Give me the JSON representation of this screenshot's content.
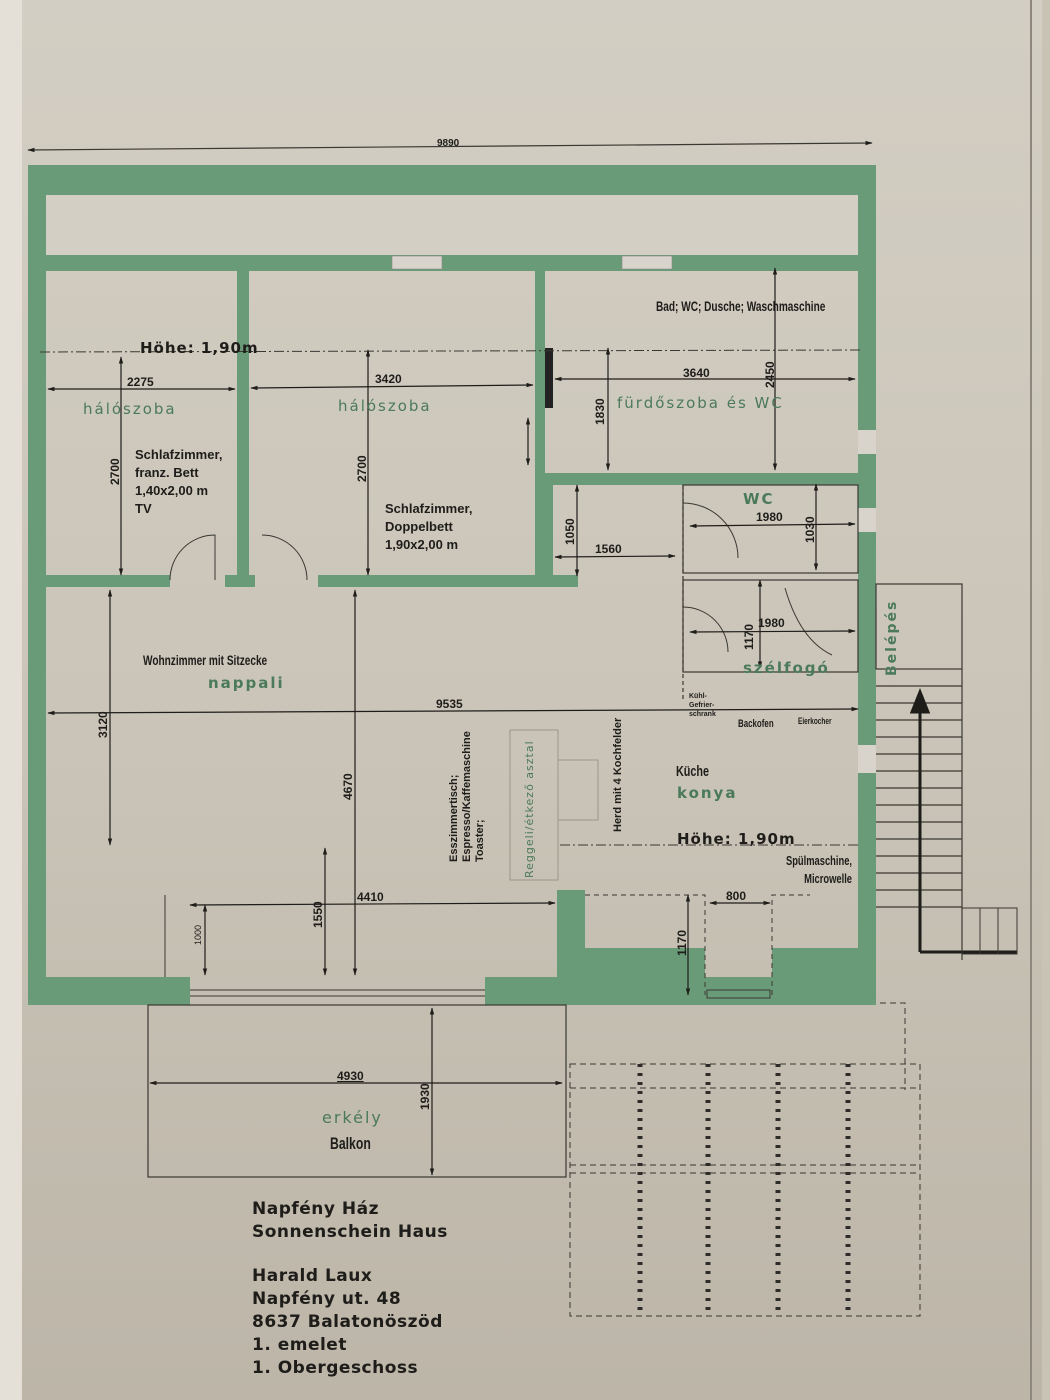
{
  "plan": {
    "overall_width": "9890",
    "rooms": {
      "bedroom1": {
        "name_hu": "hálószoba",
        "desc_de": [
          "Schlafzimmer,",
          "franz. Bett",
          "1,40x2,00 m",
          "TV"
        ],
        "width": "2275",
        "depth": "2700"
      },
      "bedroom2": {
        "name_hu": "hálószoba",
        "desc_de": [
          "Schlafzimmer,",
          "Doppelbett",
          "1,90x2,00 m"
        ],
        "width": "3420",
        "depth": "2700"
      },
      "bathroom": {
        "name_hu": "fürdőszoba és WC",
        "desc_de": "Bad; WC; Dusche; Waschmaschine",
        "width": "3640",
        "depth_a": "1830",
        "depth_b": "2450"
      },
      "wc": {
        "name_hu": "WC",
        "width": "1980",
        "depth": "1030"
      },
      "hall": {
        "depth": "1050",
        "width": "1560"
      },
      "vestibule": {
        "name_hu": "szélfogó",
        "width": "1980",
        "depth": "1170"
      },
      "living": {
        "name_hu": "nappali",
        "desc_de": "Wohnzimmer mit Sitzecke",
        "depth_a": "3120",
        "depth_b": "4670",
        "length": "9535",
        "window_depth": "1550",
        "window_width": "4410",
        "door_depth": "1000"
      },
      "dining": {
        "desc_de": [
          "Esszimmertisch;",
          "Espresso/Kaffemaschine",
          "Toaster;"
        ],
        "name_hu": "Reggeli/étkező asztal",
        "stove": "Herd mit 4 Kochfelder"
      },
      "kitchen": {
        "name_de": "Küche",
        "name_hu": "konya",
        "appliances": [
          "Kühl-",
          "Gefrier-",
          "schrank"
        ],
        "oven": "Backofen",
        "egg_cooker": "Eierkocher",
        "dishwasher": [
          "Spülmaschine,",
          "Microwelle"
        ],
        "niche_width": "800",
        "niche_depth": "1170"
      },
      "balcony": {
        "name_hu": "erkély",
        "name_de": "Balkon",
        "width": "4930",
        "depth": "1930"
      },
      "entrance": {
        "name_hu": "Belépés"
      }
    },
    "ceiling_height": "Höhe: 1,90m"
  },
  "info_block": {
    "name_hu": "Napfény Ház",
    "name_de": "Sonnenschein Haus",
    "owner": "Harald Laux",
    "street": "Napfény ut. 48",
    "city": "8637 Balatonöszöd",
    "floor_hu": "1. emelet",
    "floor_de": "1. Obergeschoss"
  },
  "colors": {
    "wall": "#5e9470",
    "wall_light": "#7fab8c",
    "paper": "#cfc9bd",
    "ink": "#1e1d1a",
    "label_green": "#4b7a5a"
  }
}
